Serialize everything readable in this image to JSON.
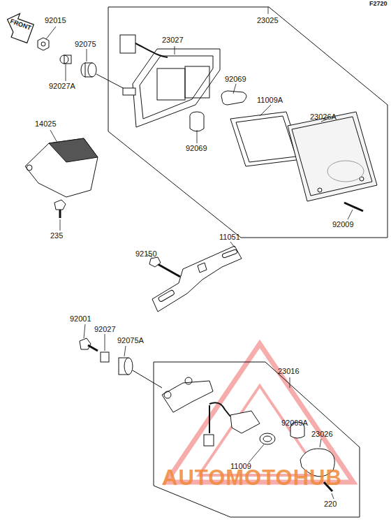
{
  "diagram": {
    "labels": [
      "F2720",
      "FRONT",
      "92015",
      "92075",
      "23027",
      "23025",
      "92027A",
      "92069",
      "11009A",
      "23026A",
      "14025",
      "92069",
      "235",
      "92009",
      "92150",
      "11051",
      "92001",
      "92027",
      "92075A",
      "23016",
      "92069A",
      "23026",
      "11009",
      "220",
      "AUTOMOTOHUB"
    ]
  }
}
